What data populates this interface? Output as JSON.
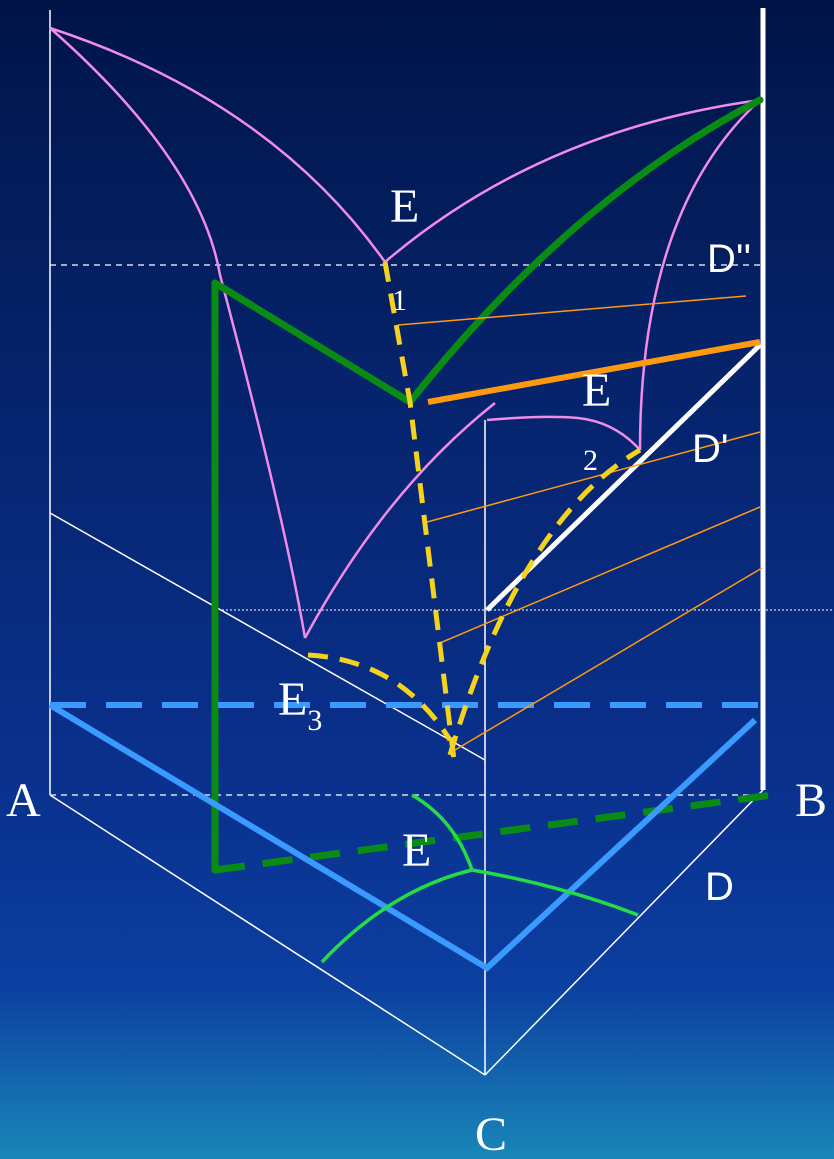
{
  "labels": {
    "vertex_a": "A",
    "vertex_b": "B",
    "vertex_c": "C",
    "eutectic_top": "E",
    "eutectic_right": "E",
    "eutectic_bottom": "E",
    "e3_main": "E",
    "e3_sub": "3",
    "d_double_prime": "D''",
    "d_prime": "D'",
    "d_base": "D",
    "point_1": "1",
    "point_2": "2"
  },
  "colors": {
    "background_top": "#001448",
    "background_bottom": "#1a86b8",
    "frame": "#ffffff",
    "liquidus": "#f08ce8",
    "binary_green": "#0a8c14",
    "base_green": "#22dd44",
    "path_yellow": "#f5d21e",
    "tie_orange": "#ff9a10",
    "isotherm_blue": "#3a9aff"
  }
}
